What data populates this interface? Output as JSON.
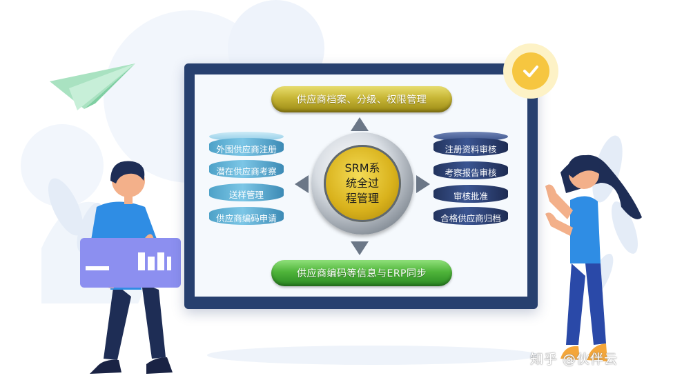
{
  "diagram": {
    "top_process": "供应商档案、分级、权限管理",
    "bottom_process": "供应商编码等信息与ERP同步",
    "center": {
      "lines": [
        "SRM系",
        "统全过",
        "程管理"
      ]
    },
    "left_stack": [
      "外围供应商注册",
      "潜在供应商考察",
      "送样管理",
      "供应商编码申请"
    ],
    "right_stack": [
      "注册资料审核",
      "考察报告审核",
      "审核批准",
      "合格供应商归档"
    ]
  },
  "icons": {
    "check_badge": "check-icon",
    "paper_plane": "paper-plane-icon",
    "card": "id-card-icon"
  },
  "colors": {
    "board": "#27406f",
    "top_pill": "#c7b636",
    "bottom_pill": "#4fb43a",
    "left_disks": "#5fb0d6",
    "right_disks": "#2f4680",
    "center_gold": "#d9b21c"
  },
  "watermark": "知乎 @伙伴云"
}
